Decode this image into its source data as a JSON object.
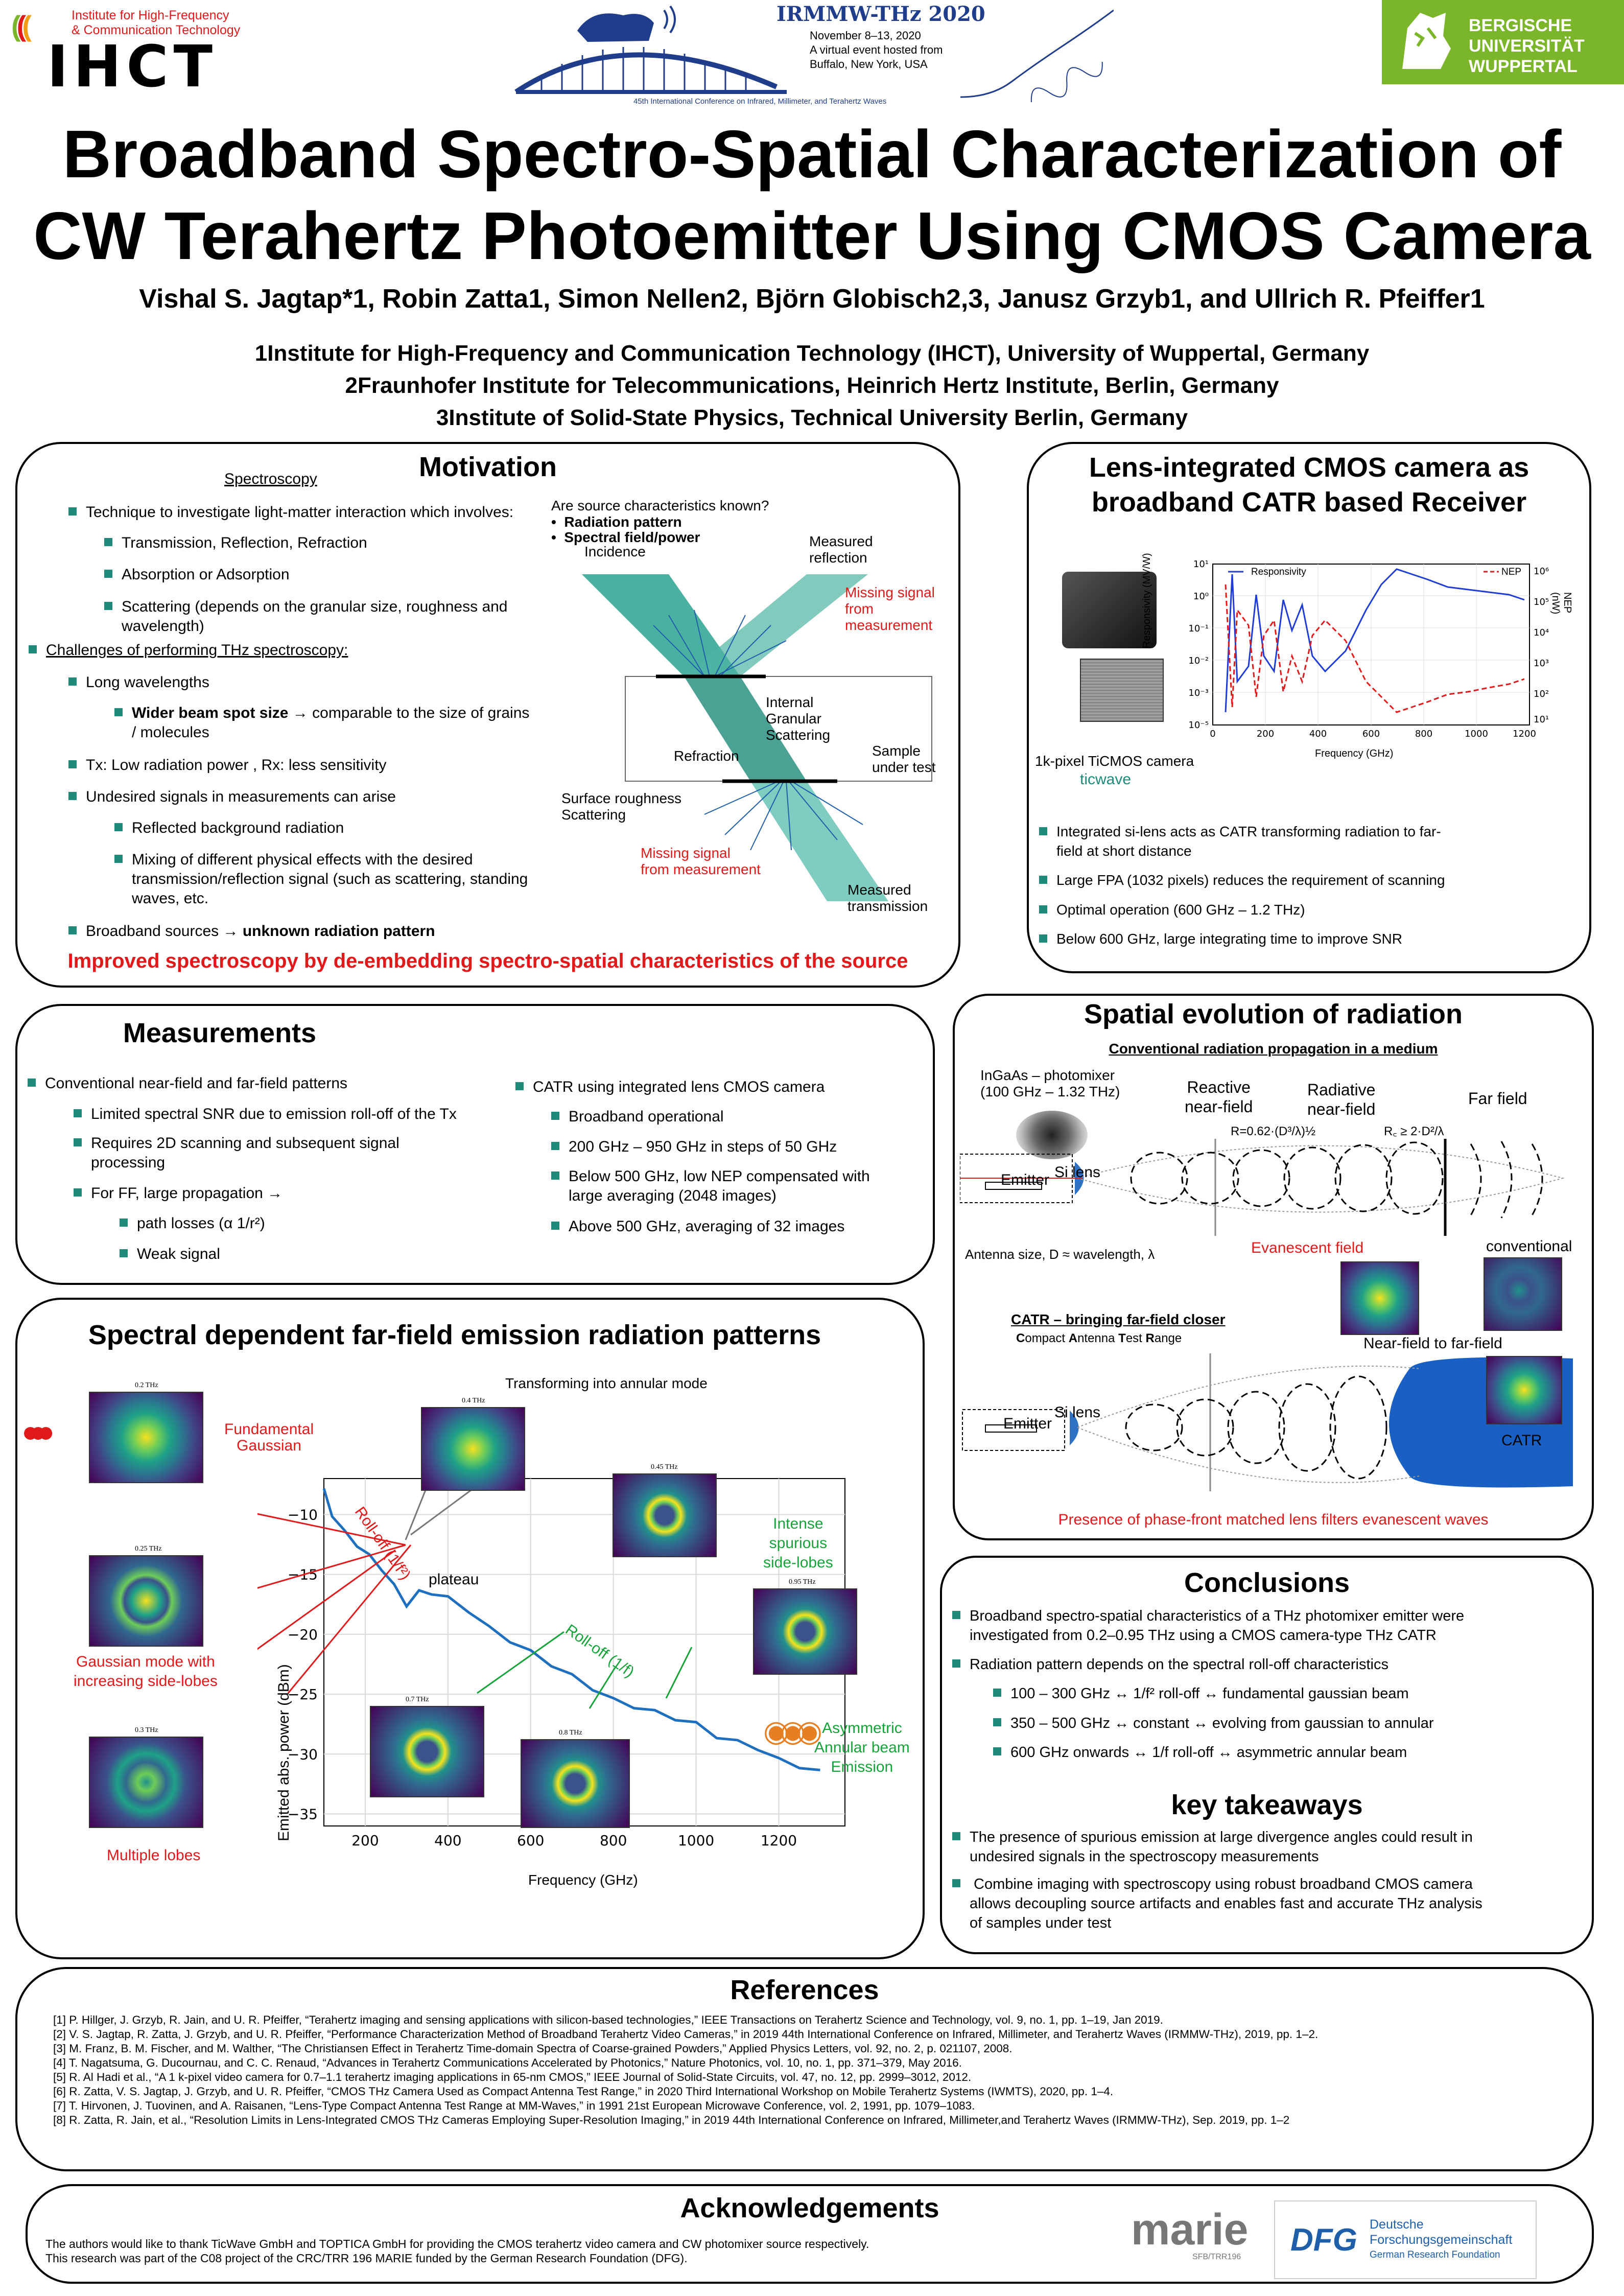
{
  "header": {
    "ihct_line1": "Institute for High-Frequency",
    "ihct_line2": "& Communication Technology",
    "ihct_logo": "IHCT",
    "conf_title": "IRMMW-THz 2020",
    "conf_dates": "November 8–13, 2020",
    "conf_virtual1": "A virtual event hosted from",
    "conf_virtual2": "Buffalo, New York, USA",
    "conf_full": "45th International Conference on Infrared, Millimeter, and Terahertz Waves",
    "buw1": "BERGISCHE",
    "buw2": "UNIVERSITÄT",
    "buw3": "WUPPERTAL",
    "title1": "Broadband Spectro-Spatial Characterization of",
    "title2": "CW Terahertz Photoemitter Using CMOS Camera",
    "authors": "Vishal S. Jagtap*1, Robin Zatta1, Simon Nellen2, Björn Globisch2,3, Janusz Grzyb1, and Ullrich R. Pfeiffer1",
    "aff1": "1Institute for High-Frequency and Communication Technology (IHCT), University of Wuppertal, Germany",
    "aff2": "2Fraunhofer Institute for Telecommunications, Heinrich Hertz Institute, Berlin, Germany",
    "aff3": "3Institute of Solid-State Physics, Technical University Berlin, Germany"
  },
  "motivation": {
    "title": "Motivation",
    "subtitle": "Spectroscopy",
    "b1": "Technique to investigate light-matter interaction which involves:",
    "b1a": "Transmission, Reflection, Refraction",
    "b1b": "Absorption or Adsorption",
    "b1c1": "Scattering (depends on the granular size, roughness and",
    "b1c2": "wavelength)",
    "b2": "Challenges of performing THz spectroscopy:",
    "b2a": "Long wavelengths",
    "b2a1_bold": "Wider beam spot size",
    "b2a1_rest": " → comparable to the size of grains",
    "b2a1_l2": "/ molecules",
    "b2b": "Tx: Low radiation power , Rx: less sensitivity",
    "b2c": "Undesired signals in measurements can arise",
    "b2c1": "Reflected background radiation",
    "b2c2_1": "Mixing of different physical effects with the desired",
    "b2c2_2": "transmission/reflection signal (such as scattering, standing",
    "b2c2_3": "waves, etc.",
    "b2d": "Broadband sources → ",
    "b2d_bold": "unknown radiation pattern",
    "conclusion": "Improved spectroscopy by de-embedding spectro-spatial characteristics of the source",
    "d_q": "Are source characteristics known?",
    "d_q1": "Radiation pattern",
    "d_q2": "Spectral field/power",
    "d_incidence": "Incidence",
    "d_meas_refl1": "Measured",
    "d_meas_refl2": "reflection",
    "d_missing1a": "Missing signal",
    "d_missing1b": "from measurement",
    "d_internal1": "Internal",
    "d_internal2": "Granular",
    "d_internal3": "Scattering",
    "d_refraction": "Refraction",
    "d_sample1": "Sample",
    "d_sample2": "under test",
    "d_surface1": "Surface roughness",
    "d_surface2": "Scattering",
    "d_missing2a": "Missing signal",
    "d_missing2b": "from measurement",
    "d_meas_tr1": "Measured",
    "d_meas_tr2": "transmission"
  },
  "lens": {
    "title1": "Lens-integrated CMOS camera  as",
    "title2": "broadband CATR based Receiver",
    "camera_label": "1k-pixel TiCMOS camera",
    "ticwave": "ticwave",
    "b1a": "Integrated si-lens acts as CATR transforming radiation to far-",
    "b1b": "field at short distance",
    "b2": "Large FPA (1032 pixels) reduces the requirement of scanning",
    "b3": "Optimal operation (600 GHz – 1.2 THz)",
    "b4": "Below 600 GHz, large integrating time  to improve SNR",
    "legend_resp": "Responsivity",
    "legend_nep": "NEP",
    "ylabel_left": "Responsivity (MV/W)",
    "ylabel_right": "NEP (nW)",
    "xlabel": "Frequency (GHz)"
  },
  "measurements": {
    "title": "Measurements",
    "l1": "Conventional  near-field and far-field patterns",
    "l1a": "Limited spectral SNR due to emission roll-off of the Tx",
    "l1b1": "Requires 2D scanning and subsequent signal",
    "l1b2": "processing",
    "l1c": "For FF, large propagation →",
    "l1c1": "path losses (α 1/r²)",
    "l1c2": "Weak signal",
    "r1": "CATR using integrated lens CMOS camera",
    "r1a": "Broadband operational",
    "r1b": "200 GHz – 950 GHz in steps of 50 GHz",
    "r1c1": "Below 500 GHz, low NEP compensated with",
    "r1c2": "large averaging (2048 images)",
    "r1d": "Above 500 GHz, averaging of 32 images"
  },
  "spatial": {
    "title": "Spatial evolution of radiation",
    "subtitle": "Conventional radiation propagation in a medium",
    "ingaas1": "InGaAs – photomixer",
    "ingaas2": "(100 GHz – 1.32 THz)",
    "reactive1": "Reactive",
    "reactive2": "near-field",
    "radiative1": "Radiative",
    "radiative2": "near-field",
    "farfield": "Far field",
    "r_formula1": "R=0.62·(D³/λ)½",
    "r_formula2": "R꜀ ≥ 2·D²/λ",
    "emitter": "Emitter",
    "silens": "Si lens",
    "antenna": "Antenna size, D ≈ wavelength, λ",
    "evanescent": "Evanescent field",
    "conventional": "conventional",
    "nf2ff": "Near-field to far-field",
    "catr_title": "CATR – bringing far-field closer",
    "catr_c": "C",
    "catr_ompact": "ompact ",
    "catr_a": "A",
    "catr_ntenna": "ntenna ",
    "catr_t": "T",
    "catr_est": "est ",
    "catr_r": "R",
    "catr_ange": "ange",
    "emitter2": "Emitter",
    "silens2": "Si lens",
    "catr": "CATR",
    "phasefront": "Presence of phase-front matched lens filters evanescent waves"
  },
  "spectral": {
    "title": "Spectral dependent far-field emission radiation patterns",
    "transforming": "Transforming into annular mode",
    "fund1": "Fundamental",
    "fund2": "Gaussian",
    "intense1": "Intense",
    "intense2": "spurious",
    "intense3": "side-lobes",
    "gauss1": "Gaussian mode with",
    "gauss2": "increasing side-lobes",
    "asym1": "Asymmetric",
    "asym2": "Annular beam",
    "asym3": "Emission",
    "multiple": "Multiple lobes",
    "plateau": "plateau",
    "rolloff1": "Roll-off (1/f²)",
    "rolloff2": "Roll-off (1/f)",
    "thumb_02": "0.2 THz",
    "thumb_04": "0.4 THz",
    "thumb_045": "0.45 THz",
    "thumb_025": "0.25 THz",
    "thumb_095": "0.95 THz",
    "thumb_03": "0.3 THz",
    "thumb_07": "0.7 THz",
    "thumb_08": "0.8 THz"
  },
  "chart_data": {
    "type": "line",
    "xlabel": "Frequency (GHz)",
    "ylabel": "Emitted  abs. power (dBm)",
    "xlim": [
      100,
      1360
    ],
    "ylim": [
      -36,
      -7
    ],
    "xticks": [
      200,
      400,
      600,
      800,
      1000,
      1200
    ],
    "yticks": [
      -10,
      -15,
      -20,
      -25,
      -30,
      -35
    ],
    "grid": true,
    "series": [
      {
        "x": [
          100,
          120,
          150,
          180,
          210,
          240,
          270,
          300,
          330,
          360,
          400,
          450,
          500,
          550,
          600,
          650,
          700,
          750,
          800,
          850,
          900,
          950,
          1000,
          1050,
          1100,
          1150,
          1200,
          1250,
          1300
        ],
        "y": [
          -8,
          -10,
          -11.5,
          -12.5,
          -13.5,
          -14.5,
          -16,
          -17.5,
          -16.5,
          -16.5,
          -17,
          -18,
          -19.5,
          -20.5,
          -21.5,
          -22.5,
          -23.5,
          -24.5,
          -25.5,
          -26,
          -26.5,
          -27,
          -27.5,
          -28.5,
          -29,
          -29.5,
          -30.5,
          -31,
          -31.5
        ]
      }
    ]
  },
  "conclusions": {
    "title": "Conclusions",
    "b1a": "Broadband spectro-spatial characteristics of a THz photomixer emitter were",
    "b1b": "investigated  from 0.2–0.95 THz using a CMOS camera-type THz CATR",
    "b2": "Radiation pattern depends on the spectral roll-off characteristics",
    "b2a": "100 – 300 GHz ↔ 1/f² roll-off ↔ fundamental gaussian beam",
    "b2b": "350 – 500 GHz ↔ constant ↔ evolving from gaussian to annular",
    "b2c": "600 GHz onwards ↔ 1/f roll-off ↔ asymmetric annular beam",
    "kt_title": "key takeaways",
    "k1a": "The presence of spurious emission at large divergence angles could result in",
    "k1b": "undesired signals in the spectroscopy measurements",
    "k2a": " Combine imaging with spectroscopy using robust broadband CMOS camera",
    "k2b": "allows decoupling source artifacts and enables fast and accurate THz analysis",
    "k2c": "of samples under test"
  },
  "references": {
    "title": "References",
    "items": [
      "[1] P. Hillger, J. Grzyb, R. Jain, and U. R. Pfeiffer, “Terahertz imaging and sensing applications with silicon-based technologies,” IEEE Transactions on Terahertz Science and Technology, vol. 9, no. 1, pp. 1–19, Jan 2019.",
      "[2] V. S. Jagtap, R. Zatta, J. Grzyb, and U. R. Pfeiffer, “Performance Characterization Method of Broadband Terahertz Video Cameras,” in 2019 44th International Conference on Infrared, Millimeter, and Terahertz Waves (IRMMW-THz), 2019, pp. 1–2.",
      "[3] M. Franz, B. M. Fischer, and M. Walther, “The Christiansen Effect in Terahertz Time-domain Spectra of Coarse-grained Powders,” Applied Physics Letters, vol. 92, no. 2, p. 021107, 2008.",
      "[4] T. Nagatsuma, G. Ducournau, and C. C. Renaud, “Advances in Terahertz Communications Accelerated by Photonics,” Nature Photonics, vol. 10, no. 1, pp. 371–379, May 2016.",
      "[5] R. Al Hadi et al., “A 1 k-pixel video camera for 0.7–1.1 terahertz imaging applications in 65-nm CMOS,” IEEE Journal of Solid-State Circuits, vol. 47, no. 12, pp. 2999–3012, 2012.",
      "[6] R. Zatta, V. S. Jagtap, J. Grzyb, and U. R. Pfeiffer, “CMOS THz Camera Used as Compact Antenna Test Range,” in 2020 Third International Workshop on Mobile Terahertz Systems (IWMTS), 2020, pp. 1–4.",
      "[7] T. Hirvonen, J. Tuovinen, and A. Raisanen, “Lens-Type Compact Antenna Test Range at MM-Waves,” in 1991 21st European Microwave Conference, vol. 2, 1991, pp. 1079–1083.",
      "[8] R. Zatta, R. Jain, et al., “Resolution Limits in Lens-Integrated CMOS THz Cameras Employing Super-Resolution Imaging,” in 2019 44th International Conference on Infrared, Millimeter,and Terahertz Waves (IRMMW-THz), Sep. 2019, pp. 1–2"
    ]
  },
  "ack": {
    "title": "Acknowledgements",
    "l1": "The authors would like to thank TicWave GmbH and TOPTICA GmbH for providing the CMOS terahertz video camera and CW photomixer source respectively.",
    "l2": "This research was part of the C08 project of the CRC/TRR 196 MARIE funded by the German Research Foundation (DFG).",
    "marie": "marie",
    "marie_sub": "SFB/TRR196",
    "dfg": "DFG",
    "dfg1": "Deutsche",
    "dfg2": "Forschungsgemeinschaft",
    "dfg3": "German Research Foundation"
  },
  "colors": {
    "accent": "#1f8a7a",
    "red": "#e0191b",
    "green": "#17a33a",
    "buw_green": "#7bb52a"
  }
}
